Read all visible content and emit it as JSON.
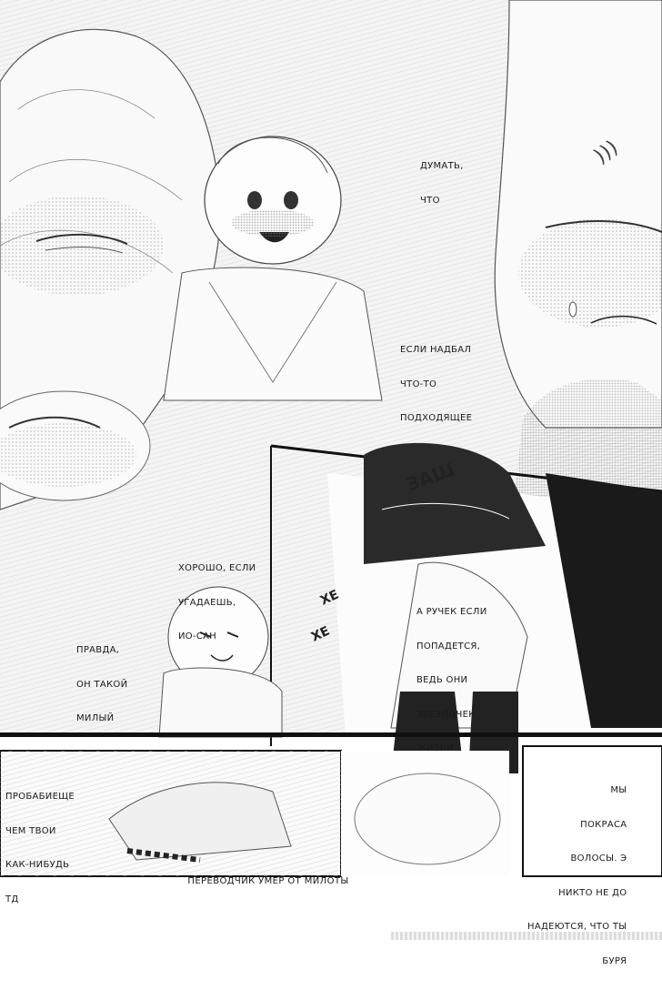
{
  "page": {
    "bubbles": [
      {
        "id": "b1",
        "lines": [
          "думать,",
          "что"
        ]
      },
      {
        "id": "b2",
        "lines": [
          "если надбал",
          "что-то",
          "подходящее"
        ]
      },
      {
        "id": "b3",
        "lines": [
          "хорошо, если",
          "угадаешь,",
          "Ио-сан"
        ]
      },
      {
        "id": "b4",
        "lines": [
          "правда,",
          "он такой",
          "милый"
        ]
      },
      {
        "id": "b5",
        "lines": [
          "а ручек если",
          "попадется,",
          "ведь они",
          "звездочек",
          "жизни"
        ]
      },
      {
        "id": "b6",
        "lines": [
          "пробабиеще",
          "чем твои",
          "как-нибудь",
          "тд"
        ]
      },
      {
        "id": "b7",
        "lines": [
          "мы",
          "покраса",
          "волосы. Э",
          "никто не до",
          "надеются, что ты",
          "буря"
        ]
      }
    ],
    "caption": "ПЕРЕВОДЧИК УМЕР ОТ МИЛОТЫ"
  }
}
